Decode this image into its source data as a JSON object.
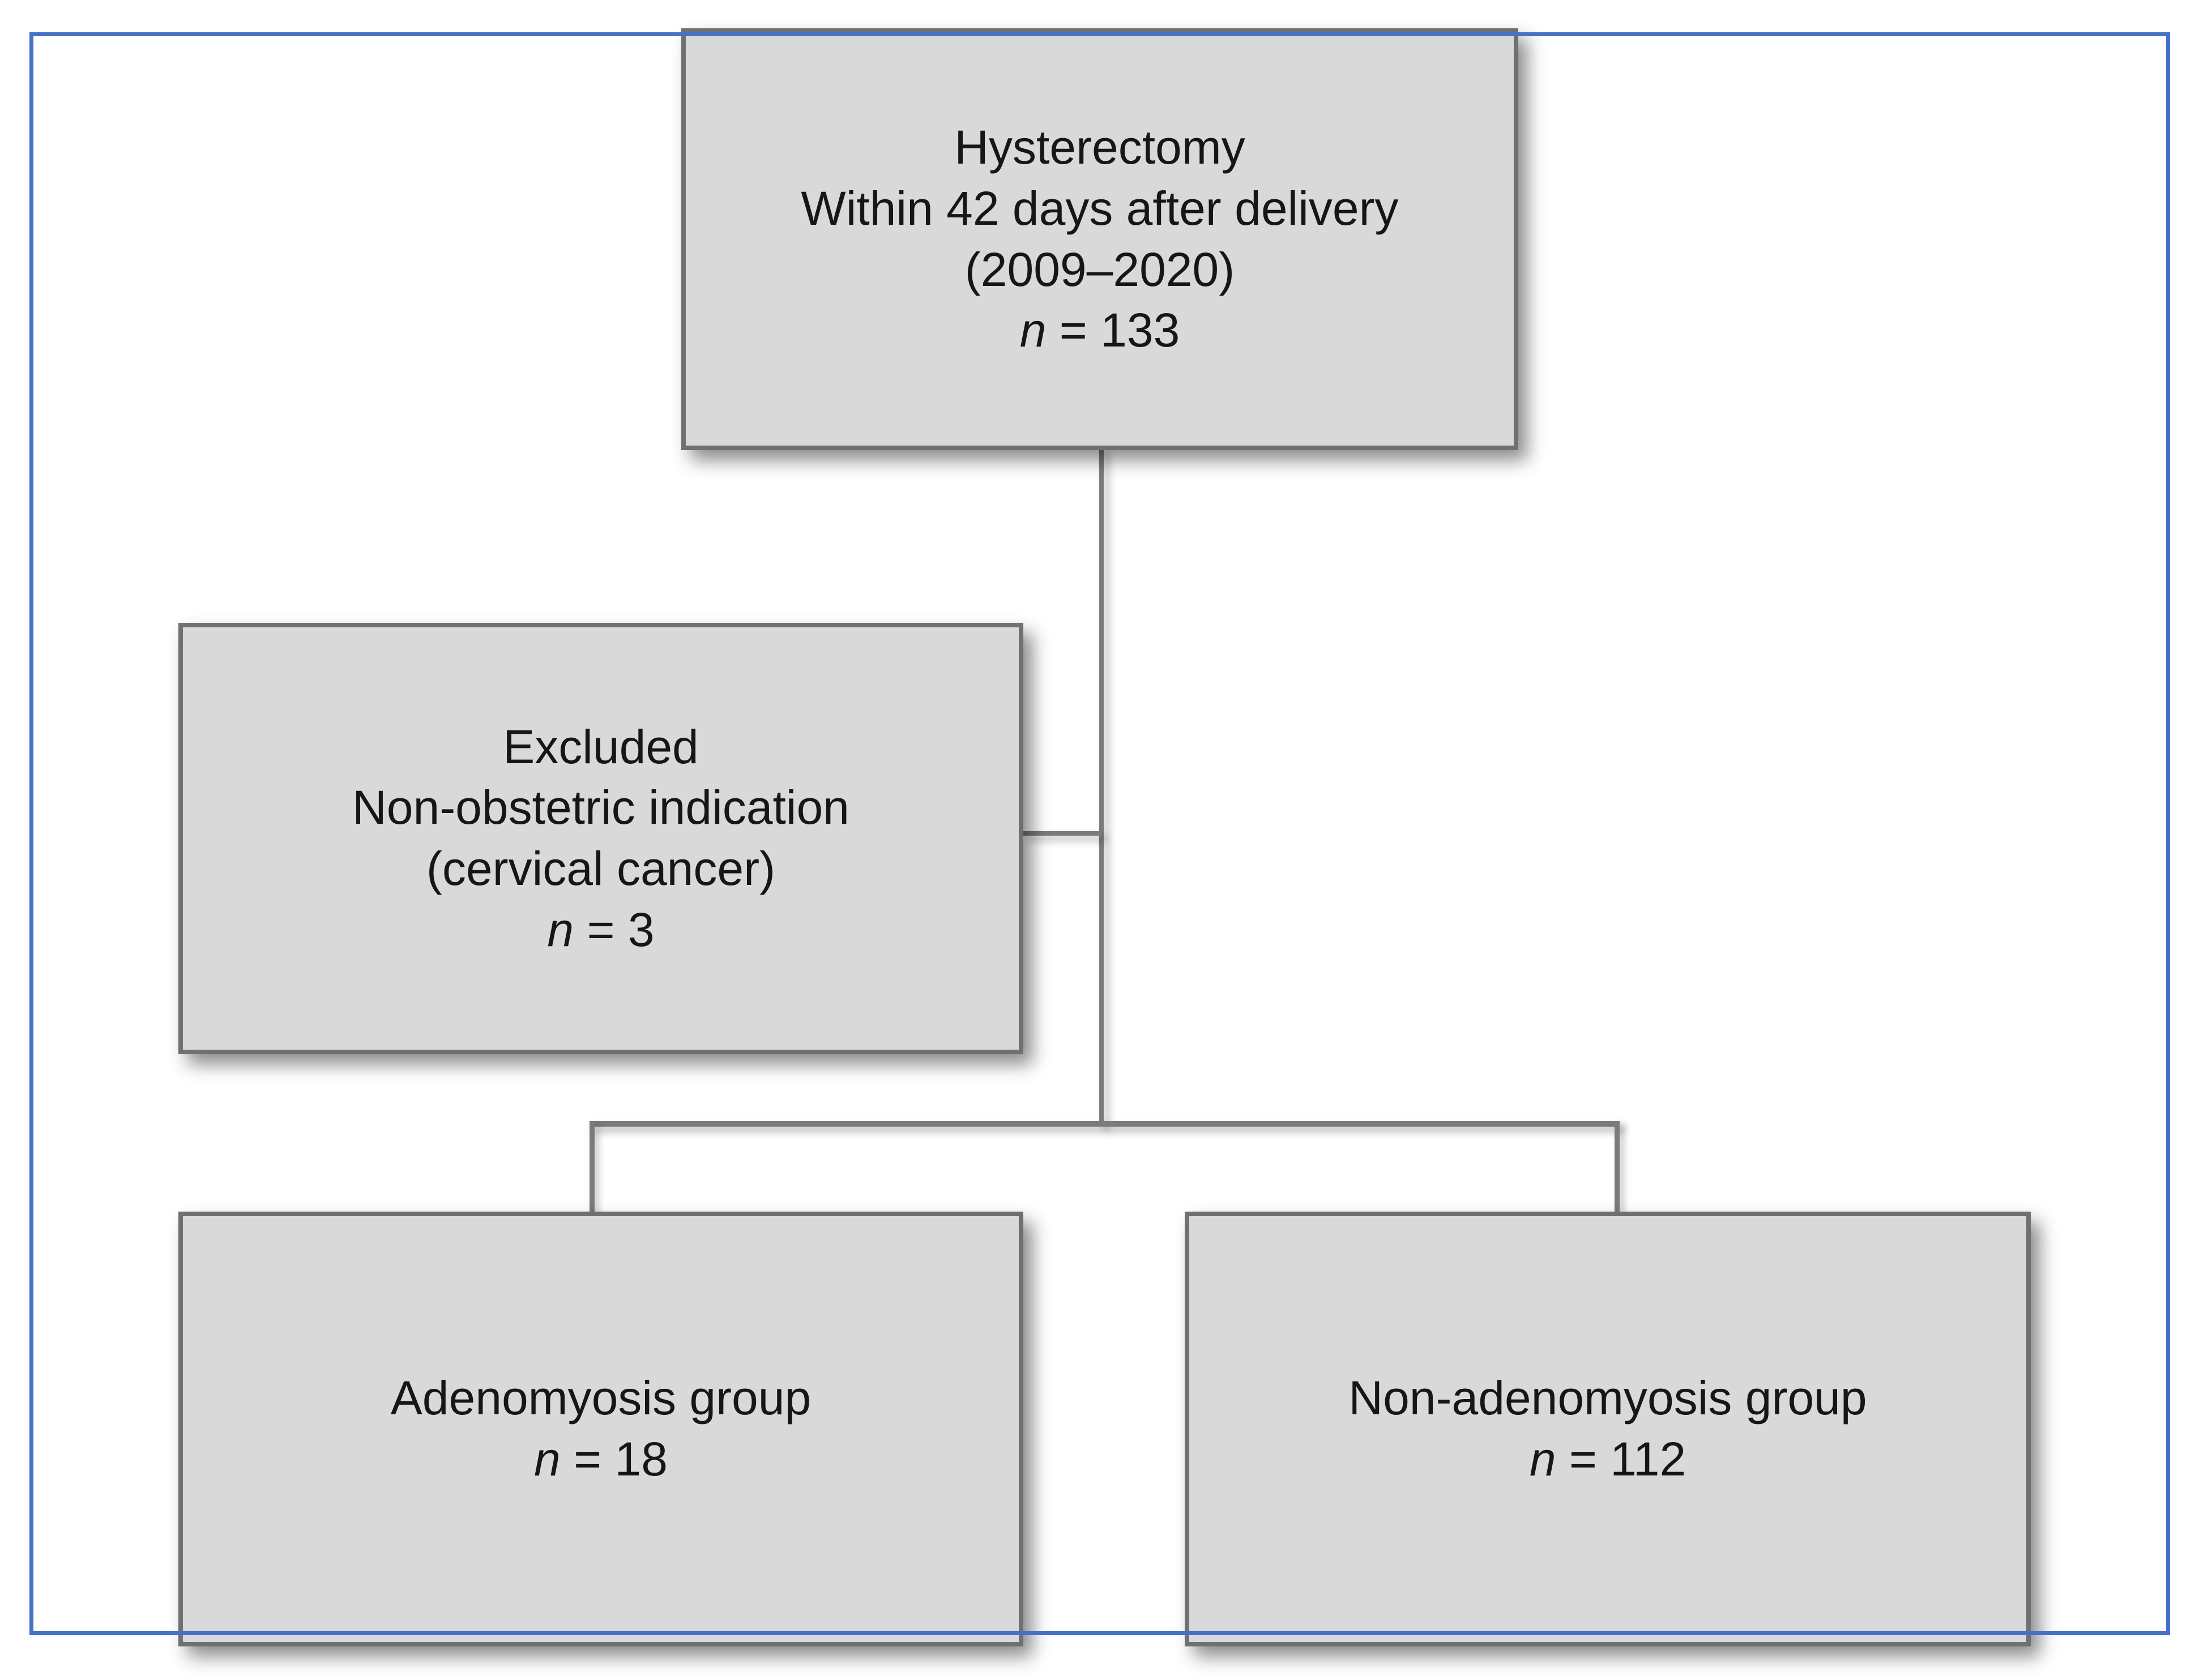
{
  "figure": {
    "type": "flowchart",
    "frame_color": "#4472c4",
    "box_fill_color": "#d9d9d9",
    "box_border_color": "#707070",
    "connector_color": "#7b7b7b",
    "boxes": {
      "hysterectomy": {
        "line1": "Hysterectomy",
        "line2": "Within 42 days after delivery",
        "line3": "(2009–2020)",
        "n_symbol": "n",
        "n_value": " = 133"
      },
      "excluded": {
        "line1": "Excluded",
        "line2": "Non-obstetric indication",
        "line3": "(cervical cancer)",
        "n_symbol": "n",
        "n_value": " = 3"
      },
      "adenomyosis": {
        "line1": "Adenomyosis group",
        "n_symbol": "n",
        "n_value": " = 18"
      },
      "non_adenomyosis": {
        "line1": "Non-adenomyosis group",
        "n_symbol": "n",
        "n_value": " = 112"
      }
    },
    "flow": {
      "root": "hysterectomy",
      "excluded_from_root": "excluded",
      "branches": [
        "adenomyosis",
        "non_adenomyosis"
      ]
    }
  }
}
